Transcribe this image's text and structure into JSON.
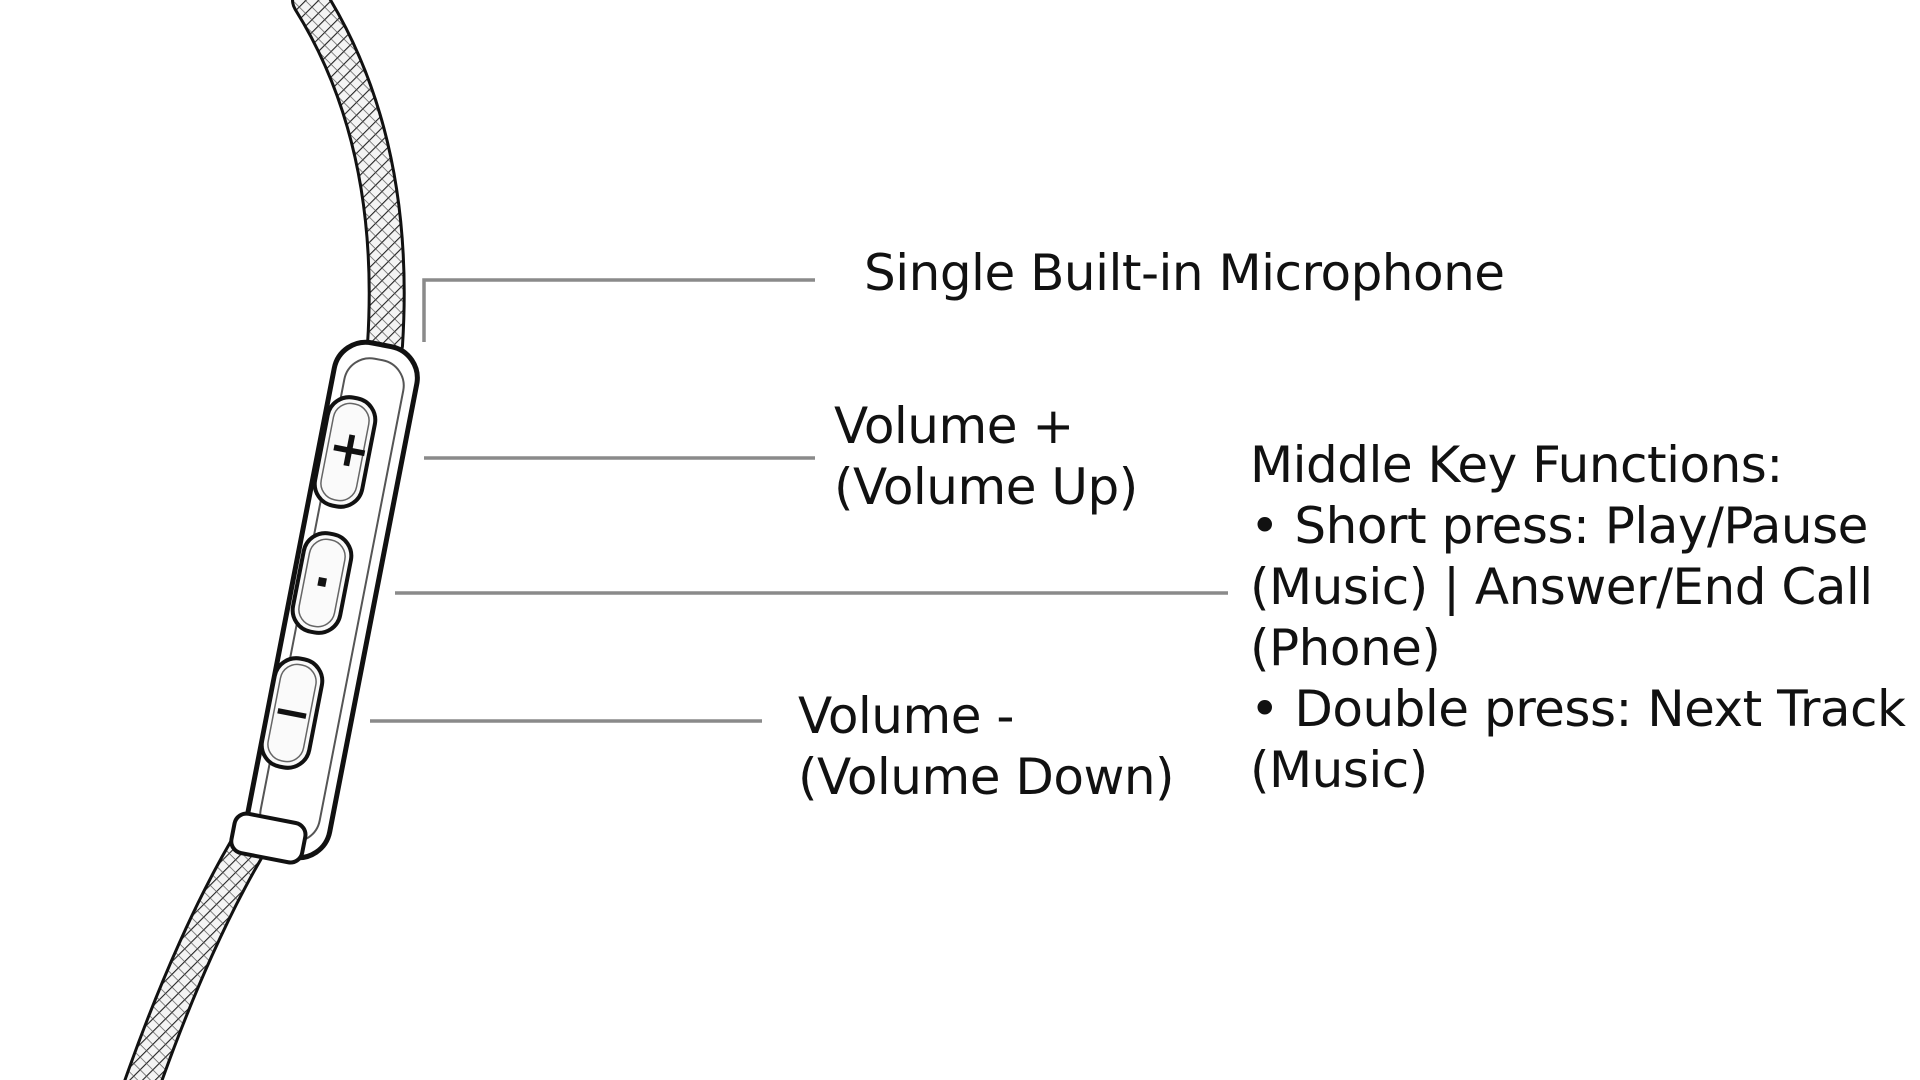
{
  "labels": {
    "microphone": "Single Built-in Microphone",
    "volume_up": {
      "line1": "Volume +",
      "line2": "(Volume Up)"
    },
    "volume_down": {
      "line1": "Volume -",
      "line2": "(Volume Down)"
    },
    "middle_key": {
      "line1": "Middle Key Functions:",
      "line2": "• Short press: Play/Pause",
      "line3": "(Music) | Answer/End Call",
      "line4": "(Phone)",
      "line5": "• Double press: Next Track",
      "line6": "(Music)"
    }
  },
  "buttons": {
    "plus_glyph": "+",
    "middle_glyph": "·",
    "minus_glyph": "−"
  },
  "colors": {
    "line": "#8a8a8a",
    "outline": "#111111",
    "background": "#ffffff"
  }
}
